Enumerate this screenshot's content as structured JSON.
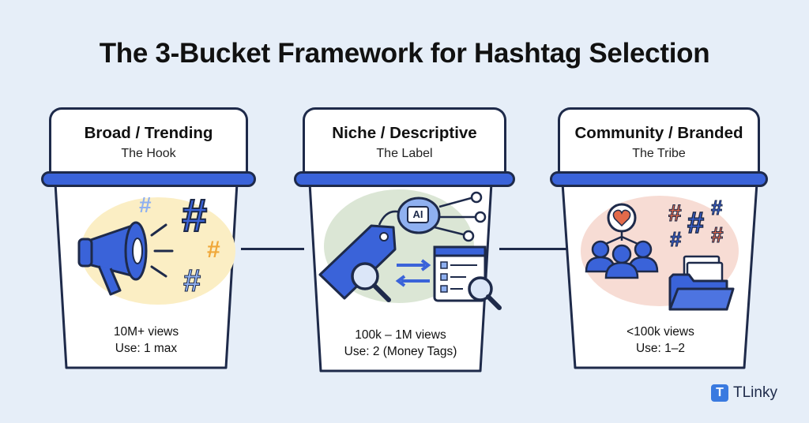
{
  "title": "The 3-Bucket Framework for Hashtag Selection",
  "buckets": [
    {
      "name": "Broad / Trending",
      "subtitle": "The Hook",
      "views": "10M+ views",
      "use": "Use: 1 max",
      "icon": "megaphone-icon"
    },
    {
      "name": "Niche / Descriptive",
      "subtitle": "The Label",
      "views": "100k – 1M views",
      "use": "Use: 2 (Money Tags)",
      "icon": "ai-tag-icon",
      "ai_label": "AI"
    },
    {
      "name": "Community / Branded",
      "subtitle": "The Tribe",
      "views": "<100k views",
      "use": "Use: 1–2",
      "icon": "community-icon"
    }
  ],
  "brand": {
    "name": "TLinky",
    "mark": "T"
  },
  "colors": {
    "accent": "#3a63d9",
    "outline": "#1e2a4a",
    "background": "#e6eef8",
    "hash_light": "#8fb0f0",
    "hash_orange": "#f0a83a",
    "hash_red": "#e26a4a"
  }
}
